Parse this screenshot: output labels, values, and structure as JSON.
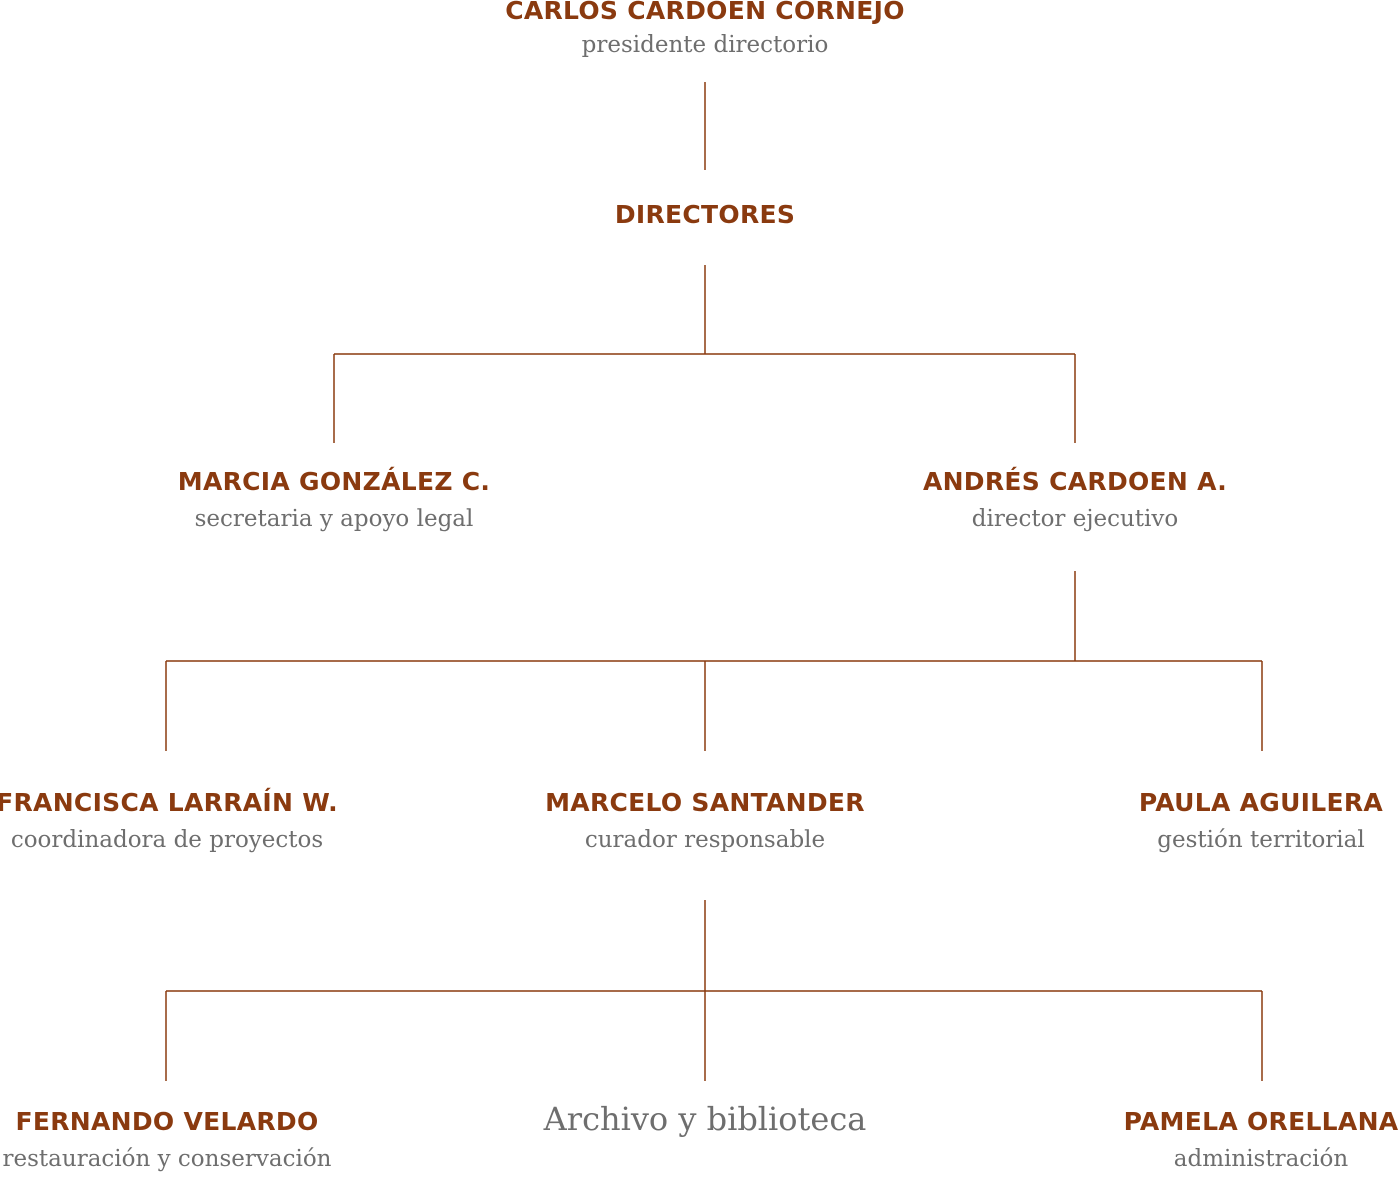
{
  "colors": {
    "name_text": "#8a3a0f",
    "role_text": "#6e6e6e",
    "connector_line": "#8a3a0f",
    "background": "#ffffff"
  },
  "president": {
    "name": "CARLOS CARDOEN CORNEJO",
    "role": "presidente directorio"
  },
  "board": {
    "label": "DIRECTORES"
  },
  "directors": [
    {
      "name": "MARCIA GONZÁLEZ C.",
      "role": "secretaria y apoyo legal"
    },
    {
      "name": "ANDRÉS CARDOEN A.",
      "role": "director ejecutivo"
    }
  ],
  "staff": [
    {
      "name": "FRANCISCA LARRAÍN W.",
      "role": "coordinadora de proyectos"
    },
    {
      "name": "MARCELO SANTANDER",
      "role": "curador responsable"
    },
    {
      "name": "PAULA AGUILERA",
      "role": "gestión territorial"
    }
  ],
  "team": [
    {
      "name": "FERNANDO VELARDO",
      "role": "restauración y conservación"
    },
    {
      "unit": "Archivo y biblioteca"
    },
    {
      "name": "PAMELA ORELLANA",
      "role": "administración"
    }
  ]
}
